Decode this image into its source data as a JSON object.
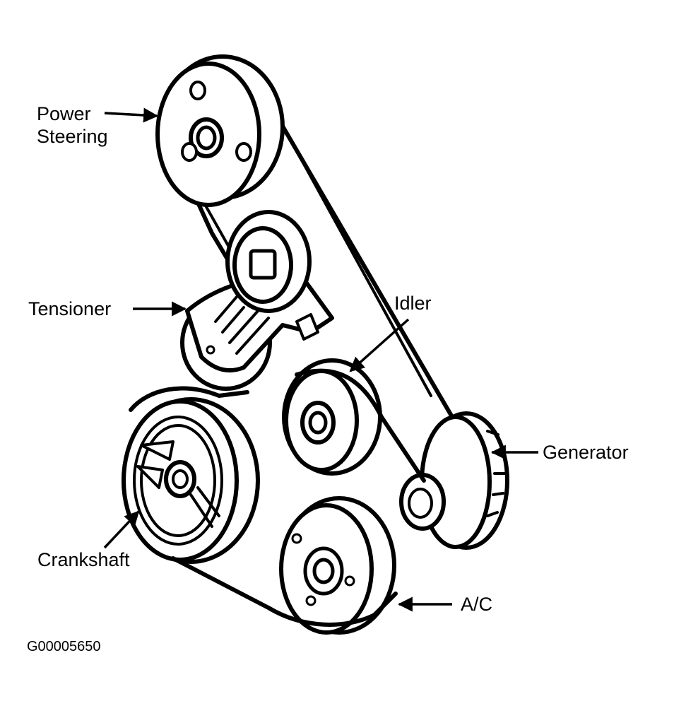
{
  "labels": {
    "power_steering_line1": "Power",
    "power_steering_line2": "Steering",
    "tensioner": "Tensioner",
    "idler": "Idler",
    "generator": "Generator",
    "crankshaft": "Crankshaft",
    "ac": "A/C"
  },
  "figure_code": "G00005650",
  "colors": {
    "ink": "#000000",
    "paper": "#ffffff"
  }
}
